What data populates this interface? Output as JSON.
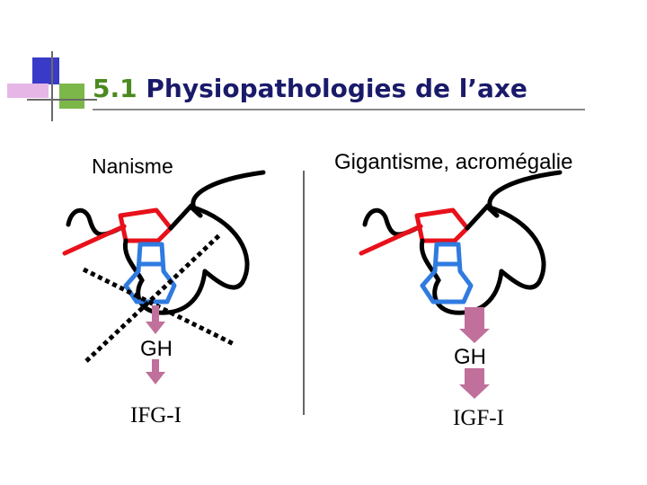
{
  "slide": {
    "title_number": "5.1",
    "title_text": "Physiopathologies de l’axe"
  },
  "left_panel": {
    "heading": "Nanisme",
    "hormone_1": "GH",
    "hormone_2": "IFG-I"
  },
  "right_panel": {
    "heading": "Gigantisme, acromégalie",
    "hormone_1": "GH",
    "hormone_2": "IGF-I"
  },
  "colors": {
    "title_number": "#4b8a1f",
    "title_text": "#1a1a6a",
    "hypothalamus": "#e8111b",
    "pituitary": "#2f7be0",
    "arrow": "#c0709a",
    "deco_blue": "#3a3ac8",
    "deco_green": "#7cb74a",
    "deco_pink": "#e6b6e6"
  }
}
